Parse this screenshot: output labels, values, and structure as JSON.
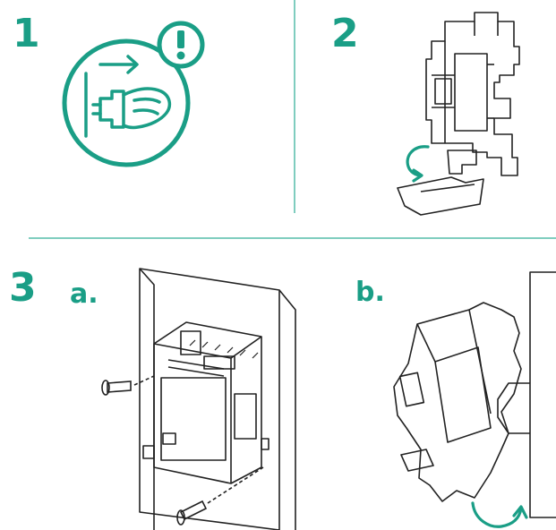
{
  "colors": {
    "accent": "#1a9e86",
    "divider": "#7fcdbf",
    "line": "#222222"
  },
  "steps": {
    "step1": {
      "number": "1",
      "icon": "unplug-power-warning-icon"
    },
    "step2": {
      "number": "2",
      "icon": "remove-terminal-cover-icon"
    },
    "step3": {
      "number": "3",
      "a_label": "a.",
      "b_label": "b.",
      "a_icon": "wall-mount-screws-icon",
      "b_icon": "din-rail-mount-icon"
    }
  }
}
